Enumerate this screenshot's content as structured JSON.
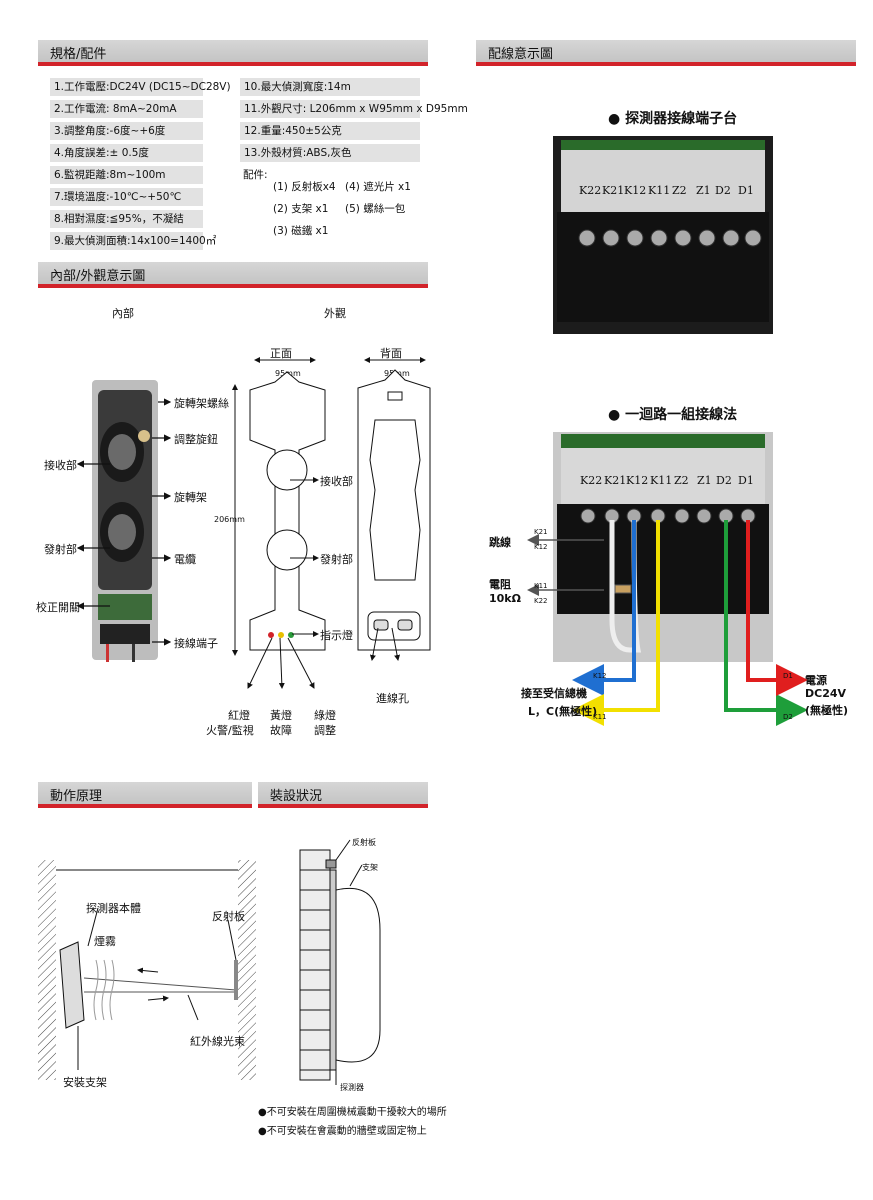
{
  "sections": {
    "spec": "規格/配件",
    "appearance": "內部/外觀意示圖",
    "wiring": "配線意示圖",
    "principle": "動作原理",
    "install": "裝設狀況"
  },
  "specs_left": [
    "1.工作電壓:DC24V (DC15~DC28V)",
    "2.工作電流: 8mA~20mA",
    "3.調整角度:-6度~+6度",
    "4.角度誤差:± 0.5度",
    "6.監視距離:8m~100m",
    "7.環境溫度:-10℃~+50℃",
    "8.相對濕度:≦95%，不凝結",
    "9.最大偵測面積:14x100=1400㎡"
  ],
  "specs_right": [
    "10.最大偵測寬度:14m",
    "11.外觀尺寸: L206mm x W95mm x D95mm",
    "12.重量:450±5公克",
    "13.外殼材質:ABS,灰色"
  ],
  "accessories": {
    "title": "配件:",
    "items": [
      "(1) 反射板x4",
      "(4) 遮光片 x1",
      "(2) 支架   x1",
      "(5) 螺絲一包",
      "(3) 磁鐵   x1"
    ]
  },
  "appearance": {
    "inner_title": "內部",
    "outer_title": "外觀",
    "front": "正面",
    "back": "背面",
    "width_front": "95mm",
    "width_back": "95mm",
    "height": "206mm",
    "inner_labels": {
      "rotate_screw": "旋轉架螺絲",
      "adjust_knob": "調整旋鈕",
      "receiver": "接收部",
      "rotate_frame": "旋轉架",
      "emitter": "發射部",
      "cable": "電纜",
      "calib_switch": "校正開關",
      "terminal": "接線端子"
    },
    "outer_labels": {
      "receiver": "接收部",
      "emitter": "發射部",
      "indicator": "指示燈",
      "wire_hole": "進線孔"
    },
    "leds": [
      {
        "name": "紅燈",
        "desc": "火警/監視",
        "color": "#d2232a"
      },
      {
        "name": "黃燈",
        "desc": "故障",
        "color": "#e8c000"
      },
      {
        "name": "綠燈",
        "desc": "調整",
        "color": "#2a9a3a"
      }
    ]
  },
  "wiring": {
    "terminal_title": "● 探測器接線端子台",
    "loop_title": "● 一迴路一組接線法",
    "terminals": [
      "K22",
      "K21",
      "K12",
      "K11",
      "Z2",
      "Z1",
      "D2",
      "D1"
    ],
    "jumper": "跳線",
    "resistor": "電阻",
    "resistor_value": "10kΩ",
    "k21": "K21",
    "k12": "K12",
    "k11": "K11",
    "k22": "K22",
    "panel": "接至受信總機",
    "panel_lc": "L，C(無極性)",
    "k12_out": "K12",
    "k11_out": "K11",
    "d1": "D1",
    "d2": "D2",
    "power": "電源",
    "power_v": "DC24V",
    "power_pol": "(無極性)",
    "colors": {
      "blue": "#1f6fd1",
      "yellow": "#f2e000",
      "green": "#1e9e3a",
      "red": "#e01e1e"
    }
  },
  "principle": {
    "detector": "探測器本體",
    "smoke": "煙霧",
    "reflector": "反射板",
    "ir_beam": "紅外線光束",
    "bracket": "安裝支架"
  },
  "install": {
    "reflector": "反射板",
    "bracket": "支架",
    "detector": "探測器",
    "notes": [
      "●不可安裝在周圍機械震動干擾較大的場所",
      "●不可安裝在會震動的牆壁或固定物上"
    ]
  }
}
